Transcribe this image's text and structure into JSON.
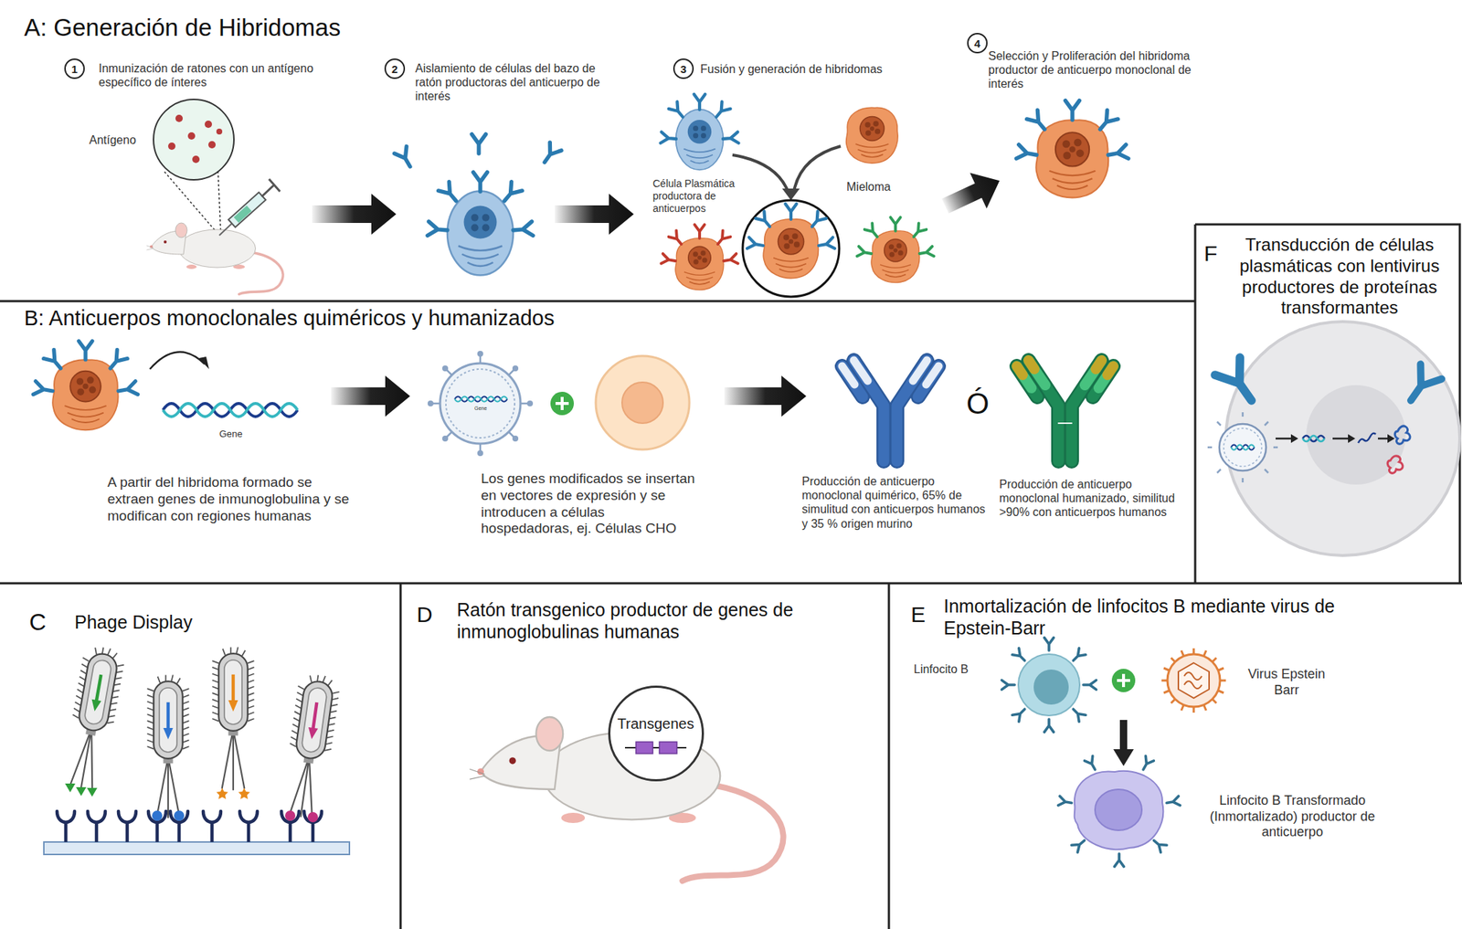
{
  "diagram": {
    "nodes": [
      {
        "text": [
          "A: Generación de Hibridomas"
        ]
      },
      {
        "text": [
          "1"
        ],
        "in": 0
      },
      {
        "text": [
          "2"
        ],
        "in": 0
      },
      {
        "text": [
          "3"
        ],
        "in": 0
      },
      {
        "text": [
          "4"
        ],
        "in": 0
      },
      {
        "text": [
          "B: Anticuerpos monoclonales quiméricos y humanizados"
        ]
      },
      {
        "text": [
          "F",
          "Transducción de células plasmáticas con lentivirus productores de proteínas transformantes"
        ]
      },
      {
        "text": [
          "C",
          "Phage Display"
        ]
      },
      {
        "text": [
          "D",
          "Ratón transgenico productor de genes de inmunoglobulinas humanas"
        ]
      },
      {
        "text": [
          "Transgenes"
        ],
        "in": 8
      },
      {
        "text": [
          "E",
          "Inmortalización de linfocitos B mediante virus de Epstein-Barr"
        ]
      }
    ],
    "labels": [
      "Inmunización de ratones con un antígeno específico de ínteres",
      "Antígeno",
      "Aislamiento de células del bazo de ratón productoras del anticuerpo de interés",
      "Fusión y generación de hibridomas",
      "Célula Plasmática productora de anticuerpos",
      "Mieloma",
      "Selección y Proliferación del hibridoma productor de anticuerpo monoclonal de interés",
      "Gene",
      "A partir del hibridoma formado se extraen genes de inmunoglobulina y se modifican con regiones humanas",
      "Gene",
      "Los genes modificados se insertan en vectores de expresión y se introducen a células hospedadoras, ej. Células CHO",
      "Ó",
      "Producción de anticuerpo monoclonal quimérico, 65% de simulitud con anticuerpos humanos y 35 % origen murino",
      "Producción de anticuerpo monoclonal humanizado, similitud >90% con anticuerpos humanos",
      "Linfocito B",
      "Virus Epstein Barr",
      "Linfocito B Transformado (Inmortalizado) productor de anticuerpo"
    ]
  }
}
